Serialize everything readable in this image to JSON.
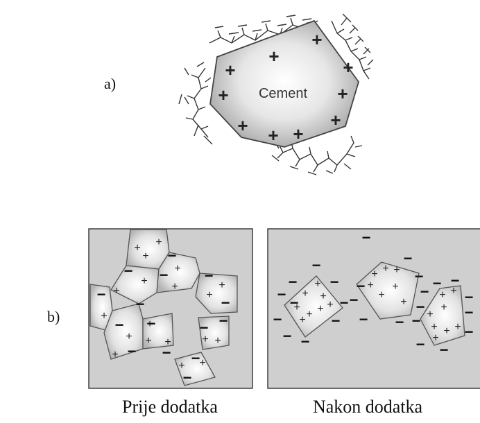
{
  "figure": {
    "part_a": {
      "label": "a)",
      "particle_text": "Cement"
    },
    "part_b": {
      "label": "b)",
      "caption_before": "Prije dodatka",
      "caption_after": "Nakon dodatka"
    }
  },
  "symbols": {
    "plus": "+",
    "minus": "−"
  },
  "colors": {
    "box_fill": "#cfcfcf",
    "particle_edge": "#555555",
    "ink": "#111111",
    "polymer": "#333333"
  }
}
